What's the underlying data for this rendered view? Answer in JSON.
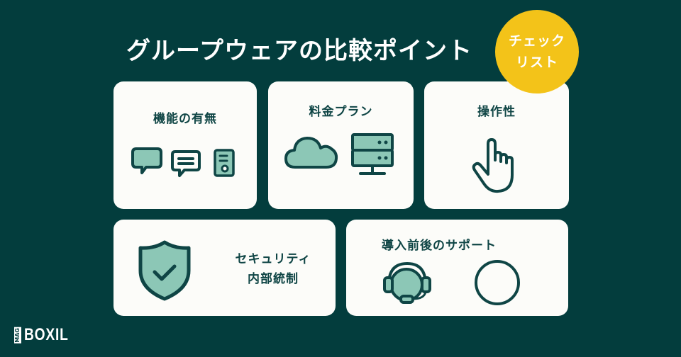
{
  "header": {
    "title": "グループウェアの比較ポイント",
    "badge_line1": "チェック",
    "badge_line2": "リスト",
    "badge_color": "#f3c319"
  },
  "cards": [
    {
      "title": "機能の有無",
      "icons": [
        "speech-bubble-icon",
        "message-bubble-icon",
        "device-icon"
      ]
    },
    {
      "title": "料金プラン",
      "icons": [
        "cloud-icon",
        "server-icon"
      ]
    },
    {
      "title": "操作性",
      "icons": [
        "pointing-hand-icon"
      ]
    },
    {
      "title_line1": "セキュリティ",
      "title_line2": "内部統制",
      "icons": [
        "shield-check-icon"
      ]
    },
    {
      "title": "導入前後のサポート",
      "icons": [
        "headset-icon",
        "circle-icon"
      ]
    }
  ],
  "footer": {
    "logo_mag": "MAG",
    "logo_text": "BOXIL"
  },
  "colors": {
    "background": "#033d3d",
    "card": "#fcfcf9",
    "icon_fill": "#8cc7b6",
    "icon_stroke": "#0f4545"
  }
}
